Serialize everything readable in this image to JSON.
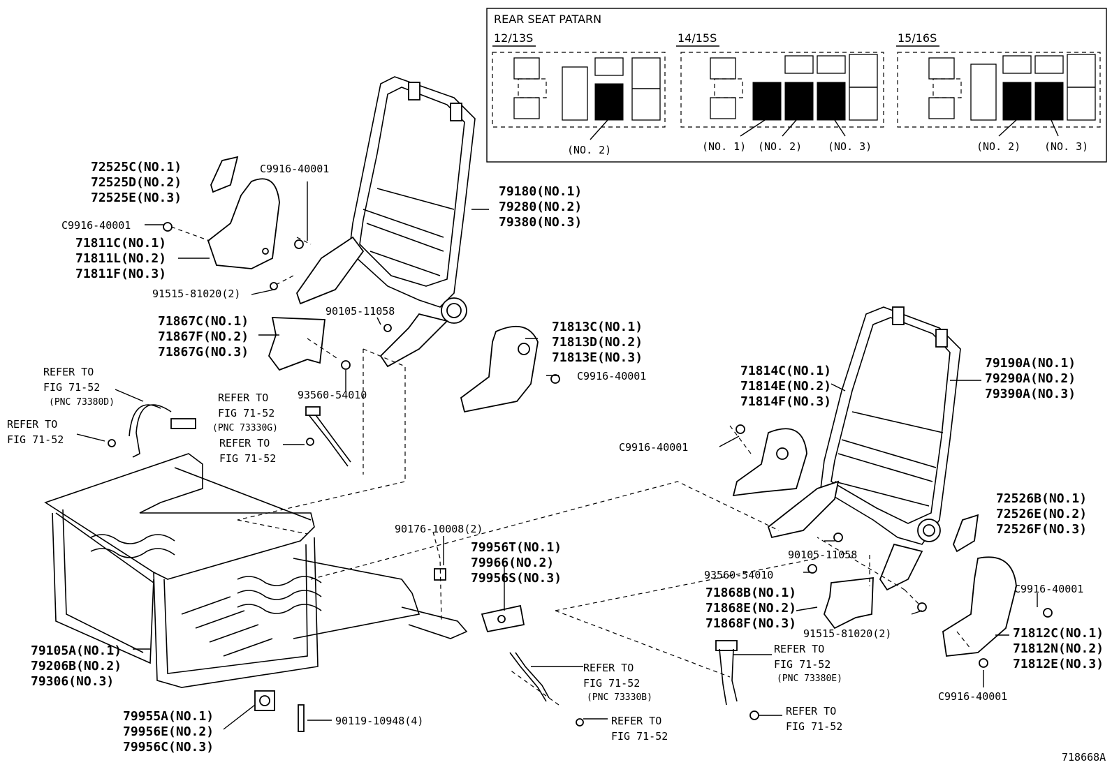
{
  "legend": {
    "title": "REAR SEAT PATARN",
    "patterns": [
      {
        "name": "12/13S",
        "highlight": [
          "(NO. 2)"
        ]
      },
      {
        "name": "14/15S",
        "highlight": [
          "(NO. 1)",
          "(NO. 2)",
          "(NO. 3)"
        ]
      },
      {
        "name": "15/16S",
        "highlight": [
          "(NO. 2)",
          "(NO. 3)"
        ]
      }
    ]
  },
  "callouts": {
    "c72525": [
      "72525C(NO.1)",
      "72525D(NO.2)",
      "72525E(NO.3)"
    ],
    "c9916_a": "C9916-40001",
    "c9916_b": "C9916-40001",
    "c71811": [
      "71811C(NO.1)",
      "71811L(NO.2)",
      "71811F(NO.3)"
    ],
    "c91515_a": "91515-81020(2)",
    "c79180": [
      "79180(NO.1)",
      "79280(NO.2)",
      "79380(NO.3)"
    ],
    "c90105_a": "90105-11058",
    "c71867": [
      "71867C(NO.1)",
      "71867F(NO.2)",
      "71867G(NO.3)"
    ],
    "c93560_a": "93560-54010",
    "c71813": [
      "71813C(NO.1)",
      "71813D(NO.2)",
      "71813E(NO.3)"
    ],
    "c9916_c": "C9916-40001",
    "refer_1": [
      "REFER TO",
      "FIG 71-52",
      "(PNC 73380D)"
    ],
    "refer_2": [
      "REFER TO",
      "FIG 71-52"
    ],
    "refer_3": [
      "REFER TO",
      "FIG 71-52",
      "(PNC 73330G)"
    ],
    "refer_4": [
      "REFER TO",
      "FIG 71-52"
    ],
    "c71814": [
      "71814C(NO.1)",
      "71814E(NO.2)",
      "71814F(NO.3)"
    ],
    "c79190": [
      "79190A(NO.1)",
      "79290A(NO.2)",
      "79390A(NO.3)"
    ],
    "c9916_d": "C9916-40001",
    "c72526": [
      "72526B(NO.1)",
      "72526E(NO.2)",
      "72526F(NO.3)"
    ],
    "c90105_b": "90105-11058",
    "c93560_b": "93560-54010",
    "c71868": [
      "71868B(NO.1)",
      "71868E(NO.2)",
      "71868F(NO.3)"
    ],
    "c91515_b": "91515-81020(2)",
    "c9916_e": "C9916-40001",
    "c71812": [
      "71812C(NO.1)",
      "71812N(NO.2)",
      "71812E(NO.3)"
    ],
    "c9916_f": "C9916-40001",
    "c90176": "90176-10008(2)",
    "c79956": [
      "79956T(NO.1)",
      "79966(NO.2)",
      "79956S(NO.3)"
    ],
    "c79105": [
      "79105A(NO.1)",
      "79206B(NO.2)",
      "79306(NO.3)"
    ],
    "c79955": [
      "79955A(NO.1)",
      "79956E(NO.2)",
      "79956C(NO.3)"
    ],
    "c90119": "90119-10948(4)",
    "refer_5": [
      "REFER TO",
      "FIG 71-52",
      "(PNC 73330B)"
    ],
    "refer_6": [
      "REFER TO",
      "FIG 71-52"
    ],
    "refer_7": [
      "REFER TO",
      "FIG 71-52",
      "(PNC 73380E)"
    ],
    "refer_8": [
      "REFER TO",
      "FIG 71-52"
    ]
  },
  "figure_id": "718668A"
}
